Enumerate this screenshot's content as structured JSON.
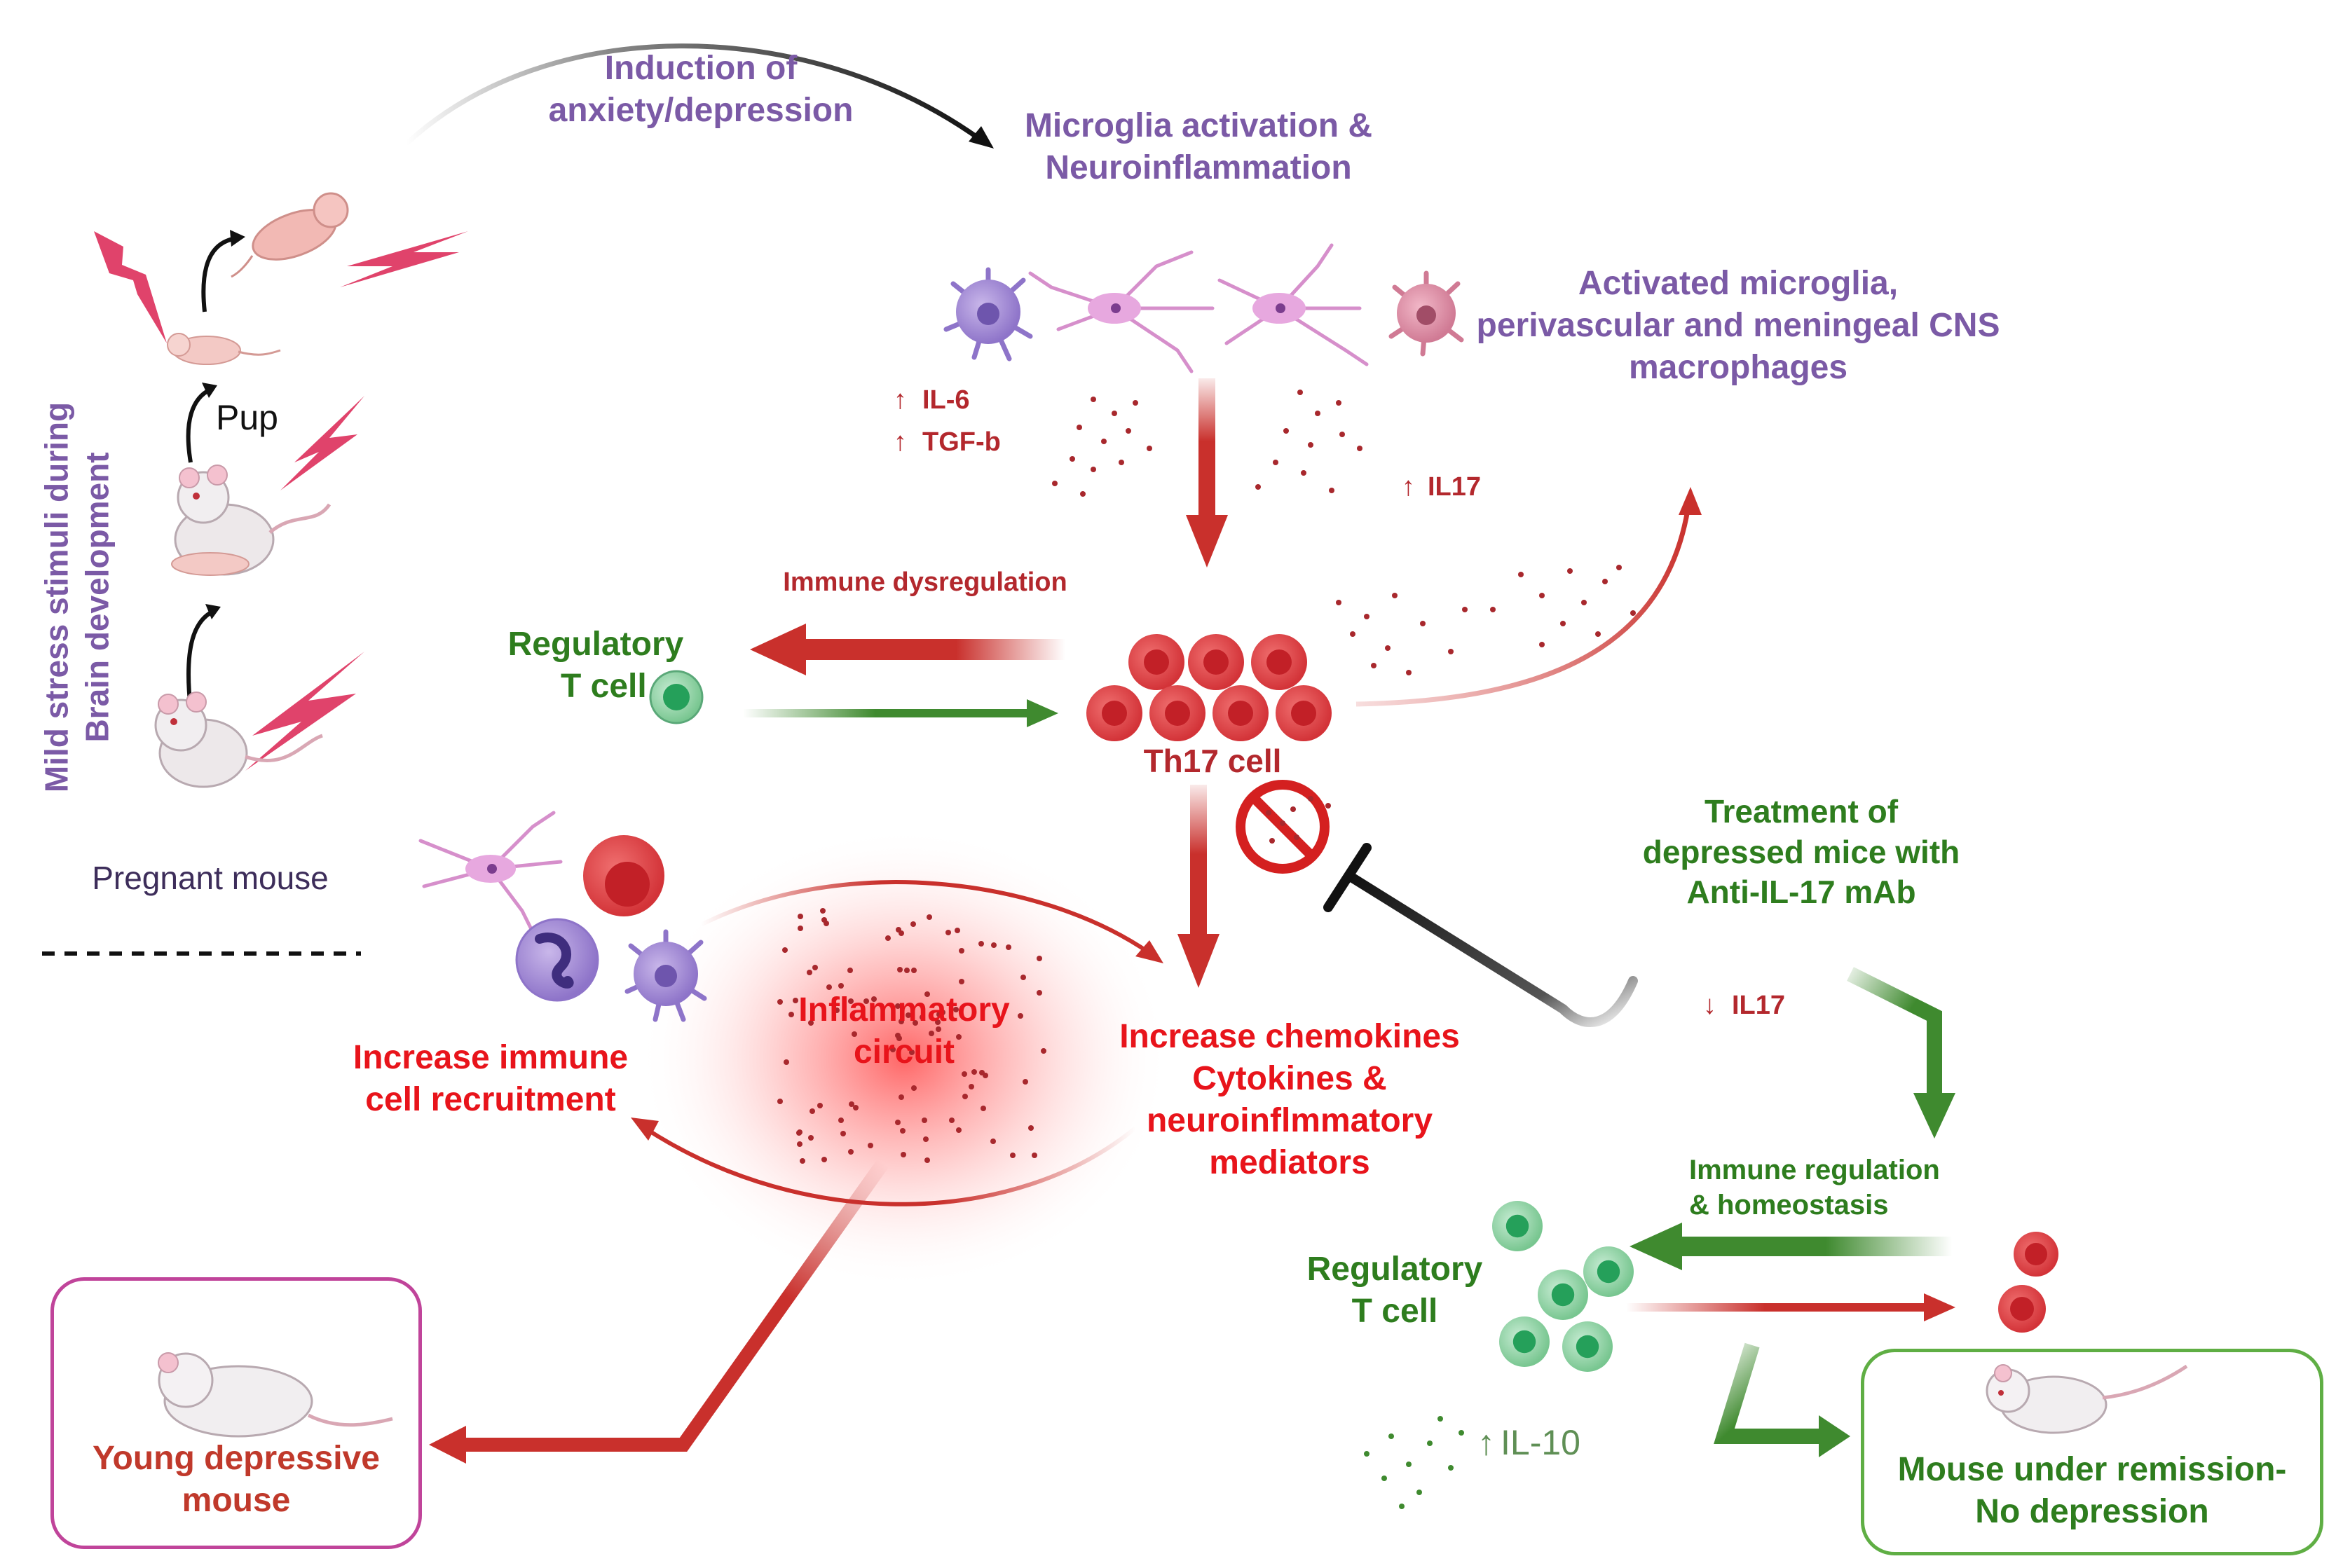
{
  "labels": {
    "induction": [
      "Induction of",
      "anxiety/depression"
    ],
    "microglia_activation": [
      "Microglia activation &",
      "Neuroinflammation"
    ],
    "activated_microglia": [
      "Activated microglia,",
      "perivascular and meningeal CNS",
      "macrophages"
    ],
    "vertical_stress": [
      "Mild stress stimuli during",
      "Brain development"
    ],
    "pup": "Pup",
    "pregnant_mouse": "Pregnant mouse",
    "il6": "IL-6",
    "tgfb": "TGF-b",
    "il17_up": "IL17",
    "immune_dysregulation": "Immune dysregulation",
    "regulatory_t_cell_top": [
      "Regulatory",
      "T cell"
    ],
    "th17_cell": "Th17 cell",
    "treatment": [
      "Treatment of",
      "depressed mice with",
      "Anti-IL-17 mAb"
    ],
    "il17_down": "IL17",
    "inflammatory_circuit": [
      "Inflammatory",
      "circuit"
    ],
    "increase_immune": [
      "Increase immune",
      "cell recruitment"
    ],
    "increase_chemokines": [
      "Increase chemokines",
      "Cytokines &",
      "neuroinflmmatory",
      "mediators"
    ],
    "immune_regulation": [
      "Immune regulation",
      "& homeostasis"
    ],
    "regulatory_t_cell_bottom": [
      "Regulatory",
      "T cell"
    ],
    "il10": "IL-10",
    "young_depressive": [
      "Young depressive",
      "mouse"
    ],
    "remission": [
      "Mouse under remission-",
      "No depression"
    ],
    "up_arrow": "↑",
    "down_arrow": "↓"
  },
  "colors": {
    "purple": "#7b5aa6",
    "green": "#2e7d1e",
    "red": "#e8141b",
    "dark_red": "#b3282d",
    "arrow_red": "#c9302c",
    "arrow_green": "#3f8a2f",
    "lightning": "#e0436b",
    "th17_cell": "#e2474b",
    "treg_cell": "#4fb877",
    "box_young": "#c0449a",
    "box_remission": "#5fae44"
  },
  "icons": [
    "lightning-icon",
    "mouse-icon",
    "pup-icon",
    "neuron-icon",
    "microglia-icon",
    "macrophage-icon",
    "th17-cell-icon",
    "treg-cell-icon",
    "neutrophil-icon",
    "prohibition-icon",
    "inhibition-arrow-icon"
  ]
}
